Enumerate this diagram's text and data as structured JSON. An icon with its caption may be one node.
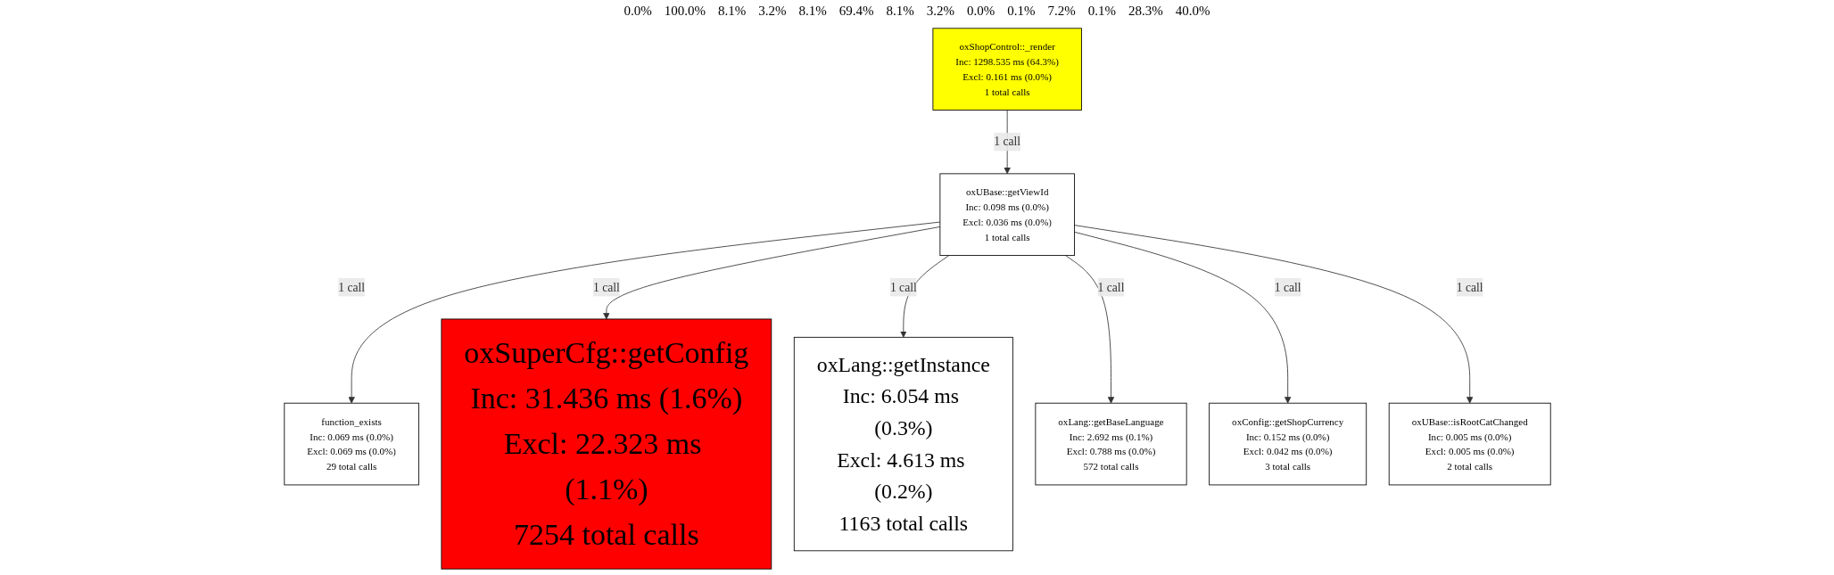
{
  "diagram": {
    "nodes": [
      {
        "text": [
          "oxShopControl::_render",
          "Inc: 1298.535 ms (64.3%)",
          "Excl: 0.161 ms (0.0%)",
          "1 total calls"
        ]
      },
      {
        "text": [
          "oxUBase::getViewId",
          "Inc: 0.098 ms (0.0%)",
          "Excl: 0.036 ms (0.0%)",
          "1 total calls"
        ]
      },
      {
        "text": [
          "function_exists",
          "Inc: 0.069 ms (0.0%)",
          "Excl: 0.069 ms (0.0%)",
          "29 total calls"
        ]
      },
      {
        "text": [
          "oxSuperCfg::getConfig",
          "Inc: 31.436 ms (1.6%)",
          "Excl: 22.323 ms (1.1%)",
          "7254 total calls"
        ]
      },
      {
        "text": [
          "oxLang::getInstance",
          "Inc: 6.054 ms (0.3%)",
          "Excl: 4.613 ms (0.2%)",
          "1163 total calls"
        ]
      },
      {
        "text": [
          "oxLang::getBaseLanguage",
          "Inc: 2.692 ms (0.1%)",
          "Excl: 0.788 ms (0.0%)",
          "572 total calls"
        ]
      },
      {
        "text": [
          "oxConfig::getShopCurrency",
          "Inc: 0.152 ms (0.0%)",
          "Excl: 0.042 ms (0.0%)",
          "3 total calls"
        ]
      },
      {
        "text": [
          "oxUBase::isRootCatChanged",
          "Inc: 0.005 ms (0.0%)",
          "Excl: 0.005 ms (0.0%)",
          "2 total calls"
        ]
      }
    ],
    "edges": [
      {
        "from": 0,
        "to": 1,
        "arrow": "to",
        "label": "1 call"
      },
      {
        "from": 1,
        "to": 2,
        "arrow": "to",
        "label": "1 call"
      },
      {
        "from": 1,
        "to": 3,
        "arrow": "to",
        "label": "1 call"
      },
      {
        "from": 1,
        "to": 4,
        "arrow": "to",
        "label": "1 call"
      },
      {
        "from": 1,
        "to": 5,
        "arrow": "to",
        "label": "1 call"
      },
      {
        "from": 1,
        "to": 6,
        "arrow": "to",
        "label": "1 call"
      },
      {
        "from": 1,
        "to": 7,
        "arrow": "to",
        "label": "1 call"
      }
    ],
    "labels": [
      "0.0%",
      "100.0%",
      "8.1%",
      "3.2%",
      "8.1%",
      "69.4%",
      "8.1%",
      "3.2%",
      "0.0%",
      "0.1%",
      "7.2%",
      "0.1%",
      "28.3%",
      "40.0%"
    ]
  }
}
